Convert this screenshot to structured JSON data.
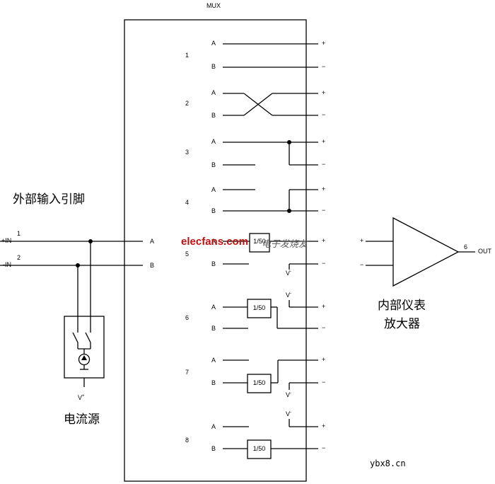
{
  "mux": {
    "title": "MUX"
  },
  "external_pins_label": "外部输入引脚",
  "current_source_label": "电流源",
  "inamp_label": [
    "内部仪表",
    "放大器"
  ],
  "pins": {
    "pos_in_name": "+IN",
    "pos_in_num": "1",
    "neg_in_name": "-IN",
    "neg_in_num": "2",
    "mux_a": "A",
    "mux_b": "B",
    "vplus": "V",
    "vplus_sup": "+"
  },
  "amplifier": {
    "plus": "+",
    "minus": "−",
    "pin": "6",
    "out": "OUT"
  },
  "modes": [
    {
      "num": "1",
      "a": "A",
      "b": "B",
      "plus": "+",
      "minus": "−"
    },
    {
      "num": "2",
      "a": "A",
      "b": "B",
      "plus": "+",
      "minus": "−"
    },
    {
      "num": "3",
      "a": "A",
      "b": "B",
      "plus": "+",
      "minus": "−"
    },
    {
      "num": "4",
      "a": "A",
      "b": "B",
      "plus": "+",
      "minus": "−"
    },
    {
      "num": "5",
      "a": "A",
      "b": "B",
      "plus": "+",
      "minus": "−",
      "divider": "1/50",
      "vminus": "V",
      "vminus_sup": "-"
    },
    {
      "num": "6",
      "a": "A",
      "b": "B",
      "plus": "+",
      "minus": "−",
      "divider": "1/50",
      "vminus": "V",
      "vminus_sup": "-"
    },
    {
      "num": "7",
      "a": "A",
      "b": "B",
      "plus": "+",
      "minus": "−",
      "divider": "1/50",
      "vminus": "V",
      "vminus_sup": "-"
    },
    {
      "num": "8",
      "a": "A",
      "b": "B",
      "plus": "+",
      "minus": "−",
      "divider": "1/50",
      "vminus": "V",
      "vminus_sup": "-"
    }
  ],
  "watermark": {
    "brand": "elecfans.com",
    "brand_cn": "电子发烧友"
  },
  "site": "ybx8.cn"
}
